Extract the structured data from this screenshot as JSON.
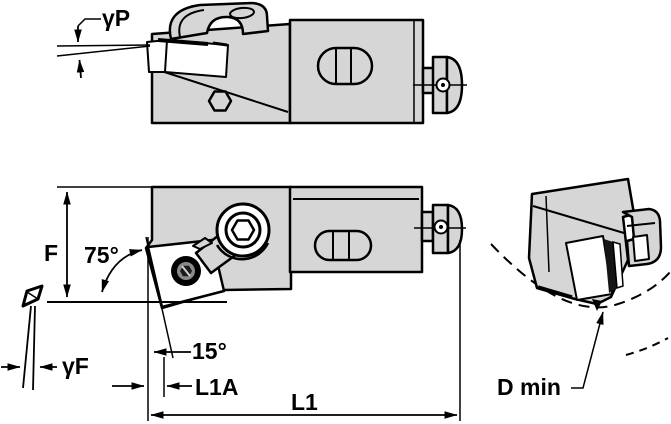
{
  "colors": {
    "background": "#ffffff",
    "line": "#000000",
    "body_fill": "#d6d6d6",
    "insert_fill": "#ffffff"
  },
  "labels": {
    "gamma_p": "γP",
    "f_dim": "F",
    "lead_angle": "75°",
    "gamma_f": "γF",
    "tip_angle": "15°",
    "l1a_dim": "L1A",
    "l1_dim": "L1",
    "d_min": "D min"
  }
}
